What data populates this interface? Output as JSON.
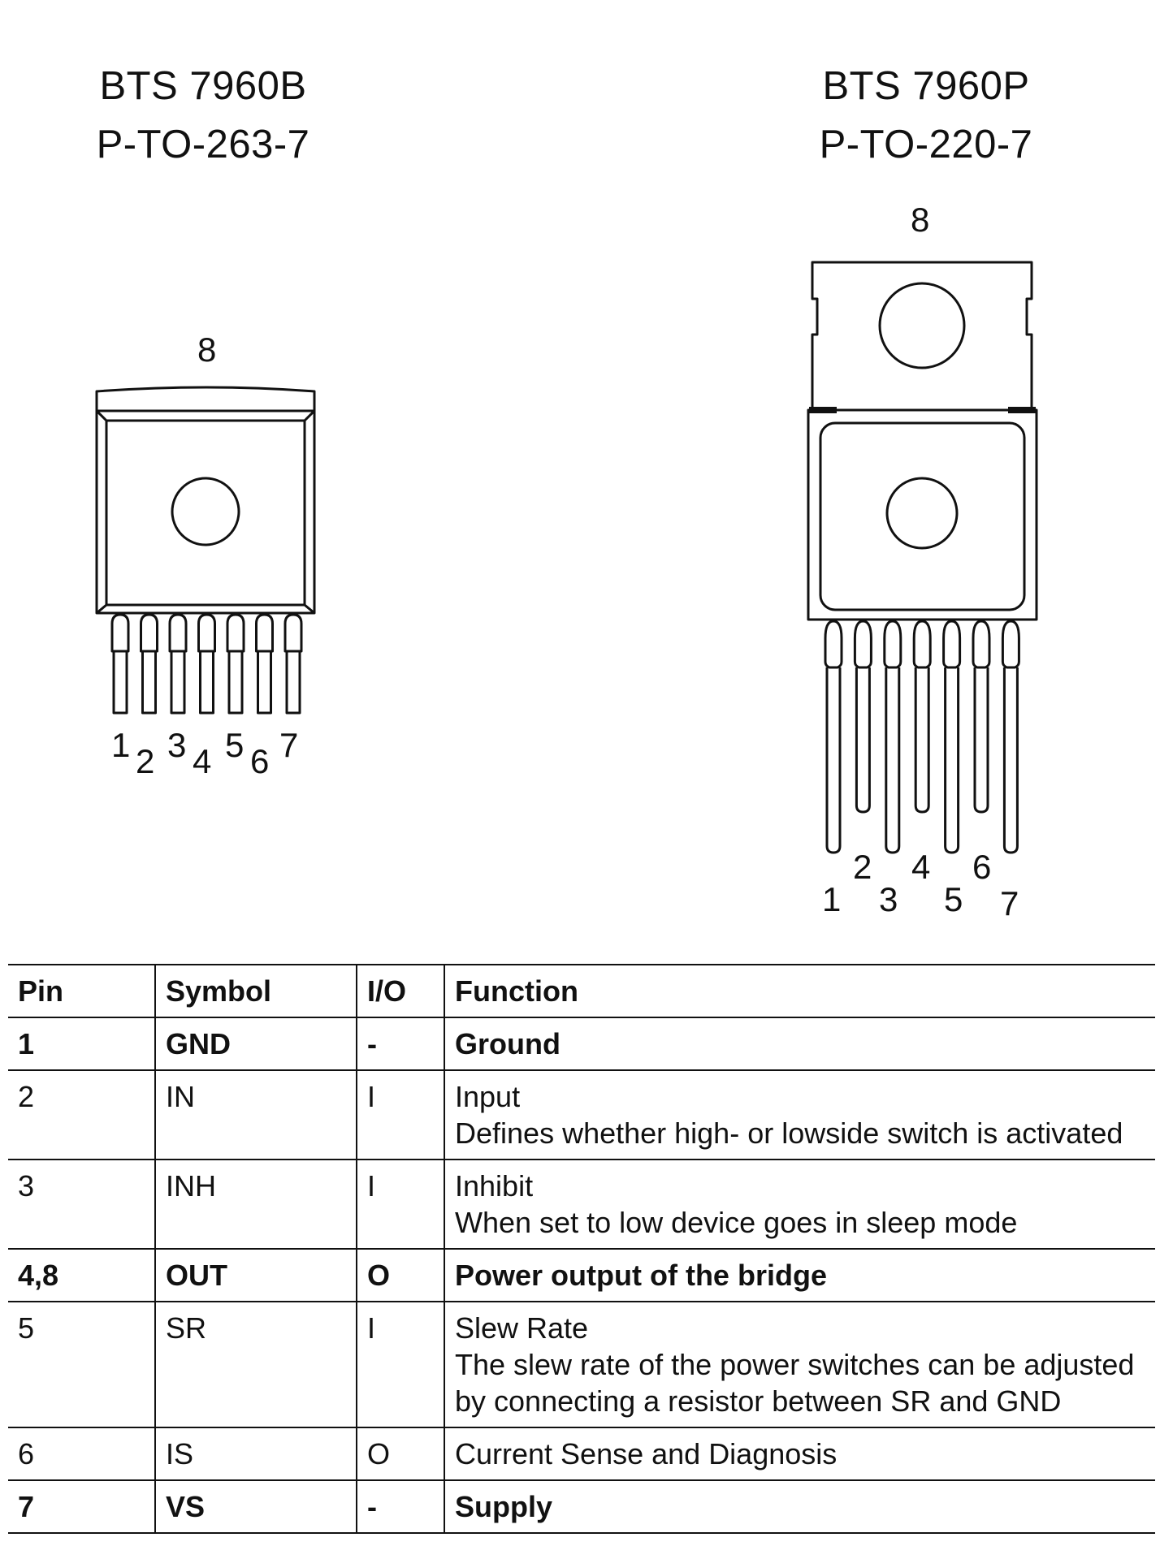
{
  "packages": {
    "left": {
      "part": "BTS 7960B",
      "package": "P-TO-263-7",
      "tab_pin": "8",
      "pins": [
        "1",
        "2",
        "3",
        "4",
        "5",
        "6",
        "7"
      ]
    },
    "right": {
      "part": "BTS 7960P",
      "package": "P-TO-220-7",
      "tab_pin": "8",
      "pins": [
        "1",
        "2",
        "3",
        "4",
        "5",
        "6",
        "7"
      ]
    }
  },
  "table": {
    "headers": {
      "pin": "Pin",
      "symbol": "Symbol",
      "io": "I/O",
      "function": "Function"
    },
    "rows": [
      {
        "pin": "1",
        "symbol": "GND",
        "io": "-",
        "function": "Ground",
        "description": ""
      },
      {
        "pin": "2",
        "symbol": "IN",
        "io": "I",
        "function": "Input",
        "description": "Defines whether high- or lowside switch is activated"
      },
      {
        "pin": "3",
        "symbol": "INH",
        "io": "I",
        "function": "Inhibit",
        "description": "When set to low device goes in sleep mode"
      },
      {
        "pin": "4,8",
        "symbol": "OUT",
        "io": "O",
        "function": "Power output of the bridge",
        "description": ""
      },
      {
        "pin": "5",
        "symbol": "SR",
        "io": "I",
        "function": "Slew Rate",
        "description": "The slew rate of the power switches can be adjusted by connecting a resistor between SR and GND"
      },
      {
        "pin": "6",
        "symbol": "IS",
        "io": "O",
        "function": "Current Sense and Diagnosis",
        "description": ""
      },
      {
        "pin": "7",
        "symbol": "VS",
        "io": "-",
        "function": "Supply",
        "description": ""
      }
    ]
  }
}
